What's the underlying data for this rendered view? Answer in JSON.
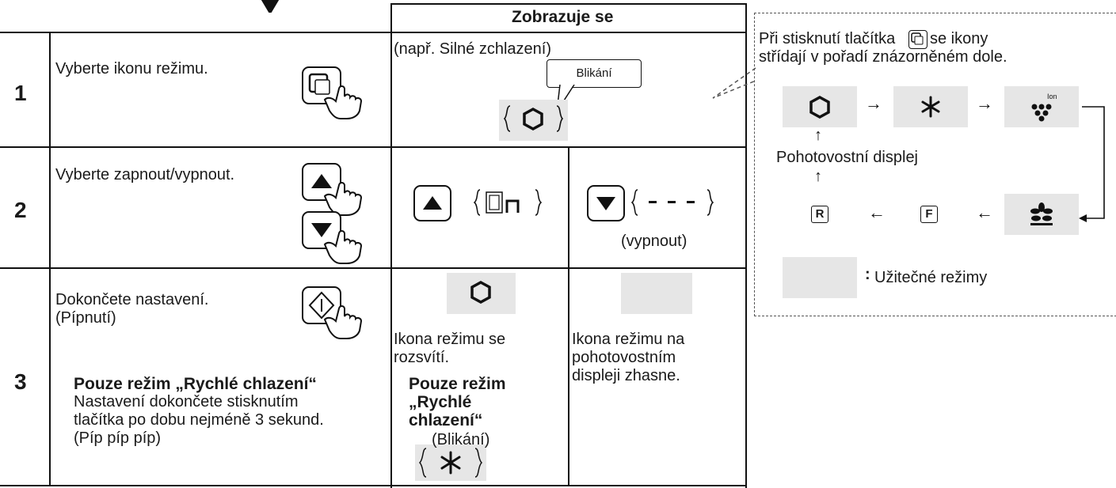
{
  "header": {
    "shows": "Zobrazuje se"
  },
  "rows": [
    {
      "num": "1",
      "instruction": "Vyberte ikonu režimu.",
      "example": "(např. Silné zchlazení)",
      "blink_label": "Blikání"
    },
    {
      "num": "2",
      "instruction": "Vyberte zapnout/vypnout.",
      "on_display": "On",
      "off_display": "- - -",
      "off_label": "(vypnout)"
    },
    {
      "num": "3",
      "instruction_line1": "Dokončete nastavení.",
      "instruction_line2": "(Pípnutí)",
      "quick_title": "Pouze režim „Rychlé chlazení“",
      "quick_line1": "Nastavení dokončete stisknutím",
      "quick_line2": "tlačítka po dobu nejméně 3 sekund.",
      "quick_line3": "(Píp píp píp)",
      "lit_line1": "Ikona režimu se",
      "lit_line2": "rozsvítí.",
      "off_line1": "Ikona režimu na",
      "off_line2": "pohotovostním",
      "off_line3": "displeji zhasne.",
      "quick_display_1": "Pouze režim",
      "quick_display_2": "„Rychlé",
      "quick_display_3": "chlazení“",
      "quick_display_4": "(Blikání)"
    }
  ],
  "callout": {
    "line1_a": "Při stisknutí tlačítka",
    "line1_b": "se ikony",
    "line2": "střídají v pořadí znázorněném dole.",
    "standby": "Pohotovostní displej",
    "r_label": "R",
    "f_label": "F",
    "ion_label": "Ion",
    "legend": "Užitečné režimy",
    "legend_colon": ":"
  },
  "colors": {
    "gray": "#e6e6e6",
    "line": "#111111"
  }
}
